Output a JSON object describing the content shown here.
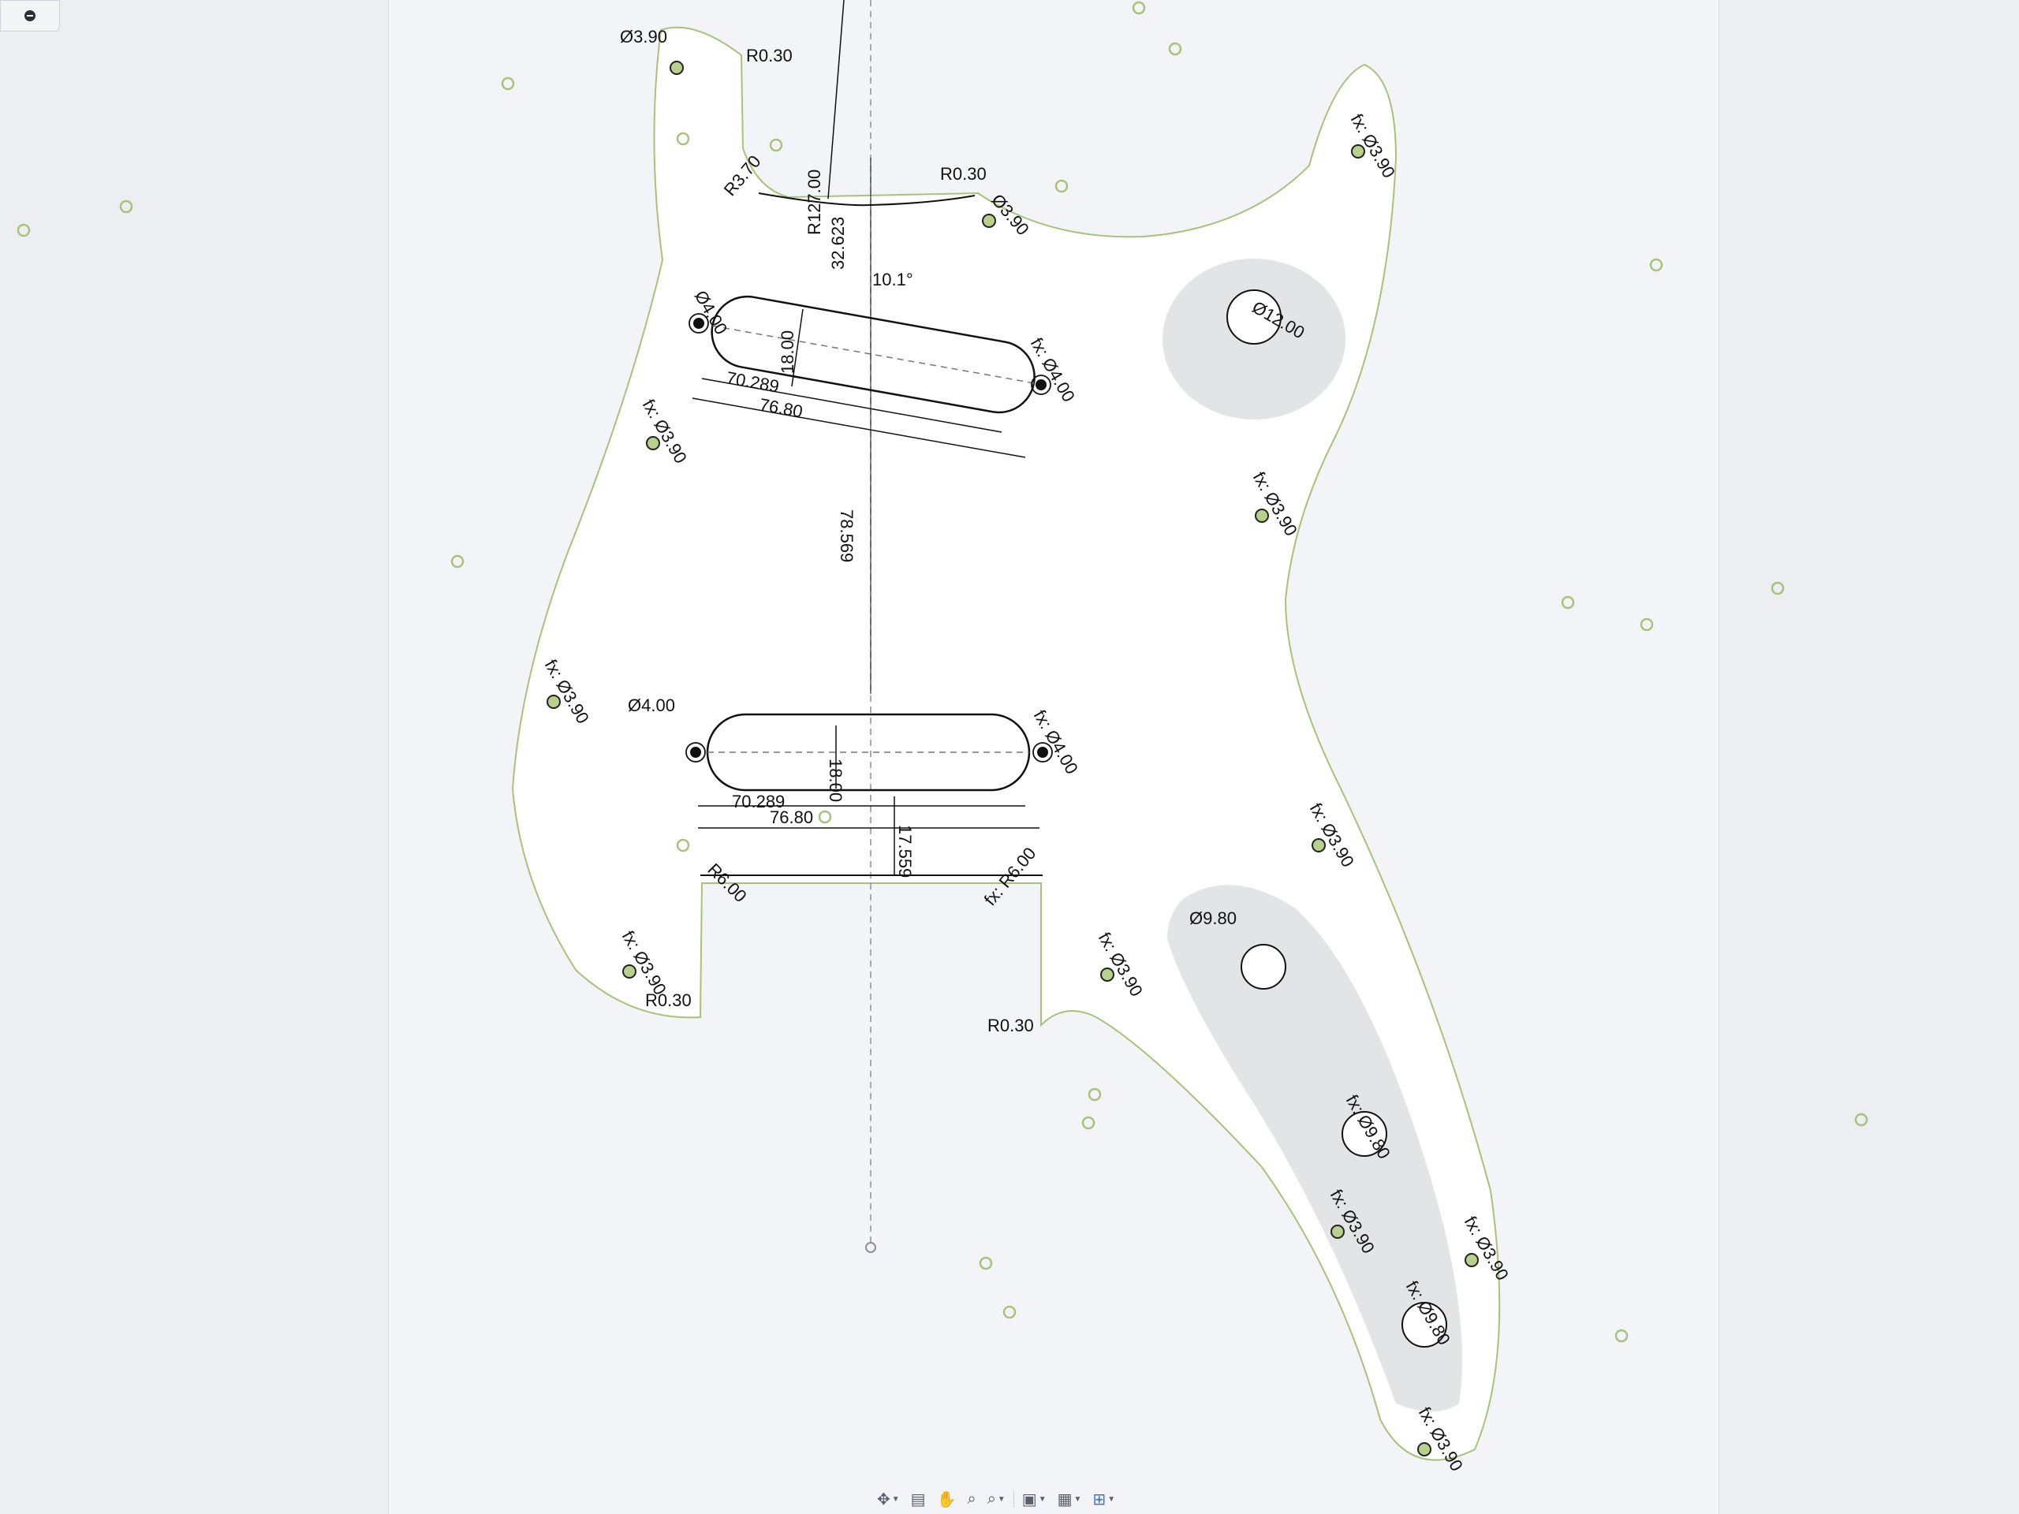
{
  "sketch": {
    "dimensions": {
      "d_top_left_hole": "Ø3.90",
      "r_top": "R0.30",
      "r_neck_left": "R3.70",
      "r_neck_arc": "R127.00",
      "d_neck_to_pickup": "32.623",
      "r_neck_right": "R0.30",
      "d_neck_right_hole": "Ø3.90",
      "fx_top_right_hole": "fx: Ø3.90",
      "angle": "10.1°",
      "d_upper_left_hole": "Ø4.00",
      "upper_height": "18.00",
      "upper_inner_len": "70.289",
      "upper_outer_len": "76.80",
      "fx_upper_right_hole": "fx: Ø4.00",
      "fx_left_screw_1": "fx: Ø3.90",
      "d_pot_top": "Ø12.00",
      "fx_right_screw_1": "fx: Ø3.90",
      "pickup_spacing": "78.569",
      "fx_left_screw_2": "fx: Ø3.90",
      "d_lower_left_hole": "Ø4.00",
      "lower_height": "18.00",
      "fx_lower_right_hole": "fx: Ø4.00",
      "lower_inner_len": "70.289",
      "lower_outer_len": "76.80",
      "lower_gap": "17.559",
      "r_cut_left": "R6.00",
      "fx_r_cut_right": "fx: R6.00",
      "fx_right_screw_2": "fx: Ø3.90",
      "d_pot_1": "Ø9.80",
      "fx_left_screw_3": "fx: Ø3.90",
      "r_left_bottom": "R0.30",
      "fx_mid_screw": "fx: Ø3.90",
      "r_right_bottom": "R0.30",
      "fx_pot_2": "fx: Ø9.80",
      "fx_screw_bottom_a": "fx: Ø3.90",
      "fx_screw_bottom_b": "fx: Ø3.90",
      "fx_pot_3": "fx: Ø9.80",
      "fx_screw_tail": "fx: Ø3.90"
    }
  },
  "navbar": {
    "items": [
      {
        "icon": "orbit-icon",
        "has_menu": true
      },
      {
        "icon": "look-at-icon",
        "has_menu": false
      },
      {
        "icon": "pan-icon",
        "has_menu": false
      },
      {
        "icon": "zoom-icon",
        "has_menu": false
      },
      {
        "icon": "zoom-window-icon",
        "has_menu": true
      },
      {
        "icon": "display-settings-icon",
        "has_menu": true
      },
      {
        "icon": "grid-settings-icon",
        "has_menu": true
      },
      {
        "icon": "viewports-icon",
        "has_menu": true
      }
    ]
  },
  "colors": {
    "profile": "#a9c27a",
    "dimension": "#111111",
    "plate": "#ffffff",
    "pot_region": "#e3e4e6"
  }
}
